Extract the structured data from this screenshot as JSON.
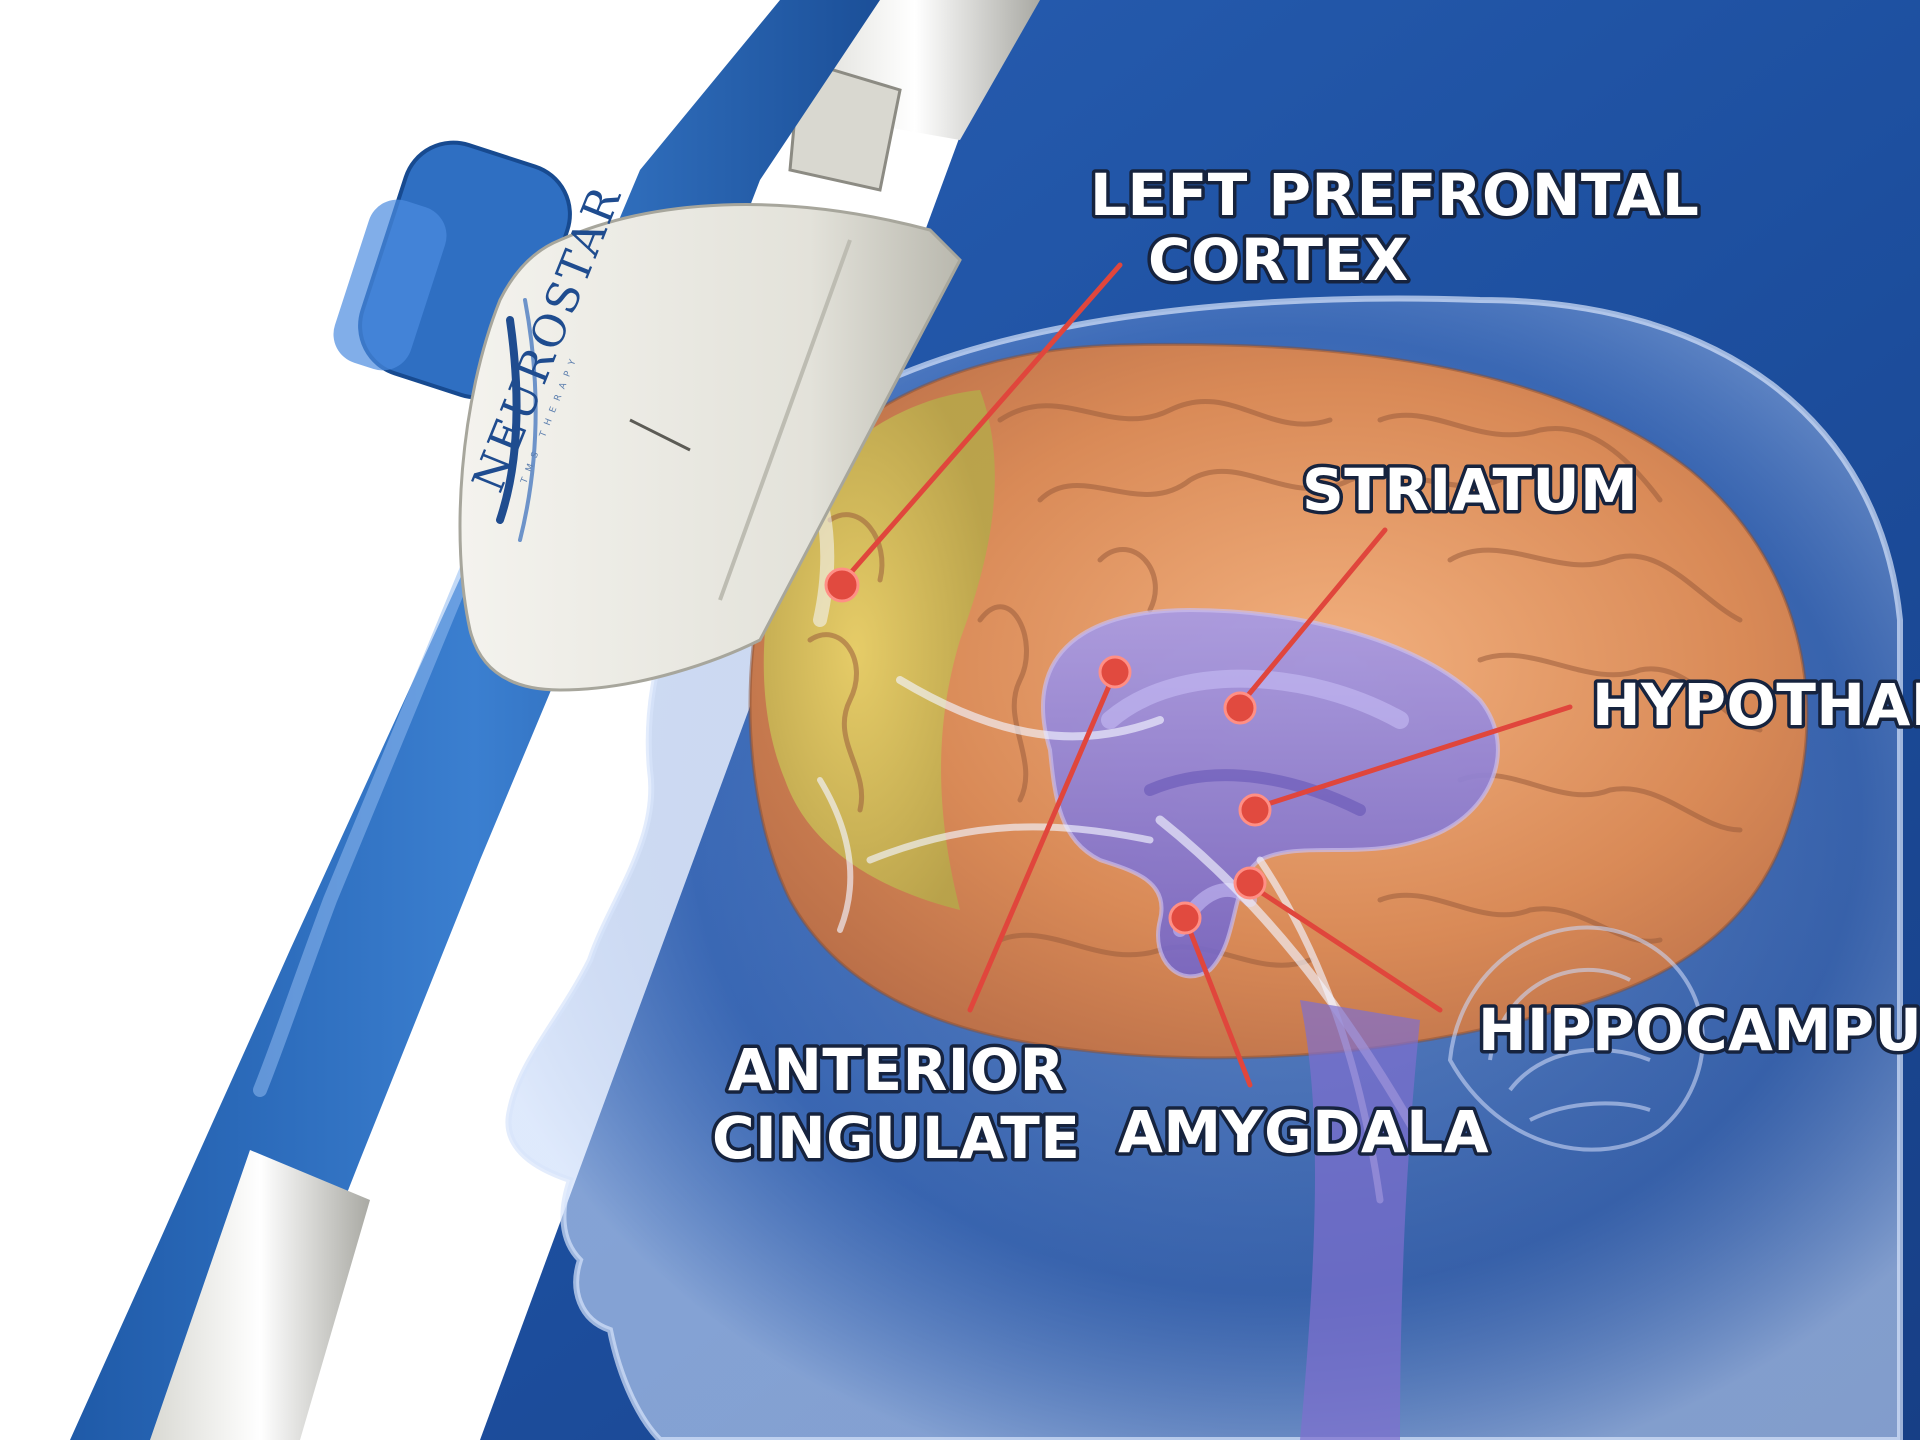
{
  "device": {
    "brand": "NEUROSTAR",
    "brand_sub": "TMS THERAPY"
  },
  "labels": {
    "prefrontal_line1": "LEFT PREFRONTAL",
    "prefrontal_line2": "CORTEX",
    "striatum": "STRIATUM",
    "hypothalamus": "HYPOTHALAMUS",
    "hippocampus": "HIPPOCAMPUS",
    "anterior_line1": "ANTERIOR",
    "anterior_line2": "CINGULATE",
    "amygdala": "AMYGDALA"
  },
  "colors": {
    "background": "#1c4e9e",
    "leader": "#e0463c",
    "label_text": "#ffffff",
    "cortex": "#d98a57",
    "limbic": "#8f7fd6",
    "device_body": "#e7e6df",
    "device_accent": "#2f6fc2"
  }
}
